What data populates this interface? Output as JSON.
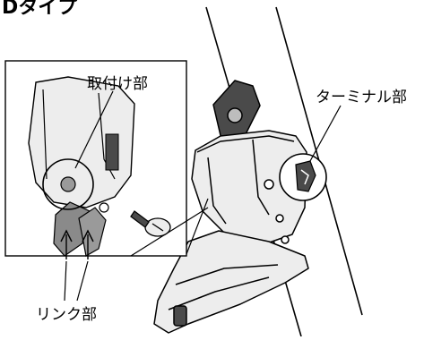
{
  "heading_partial": "Dタイプ",
  "labels": {
    "mount": "取付け部",
    "terminal": "ターミナル部",
    "link": "リンク部"
  },
  "colors": {
    "line": "#000000",
    "body_dark": "#4a4a4a",
    "body_mid": "#9a9a9a",
    "body_light": "#ededed",
    "link_arrow_gray": "#8a8a8a"
  }
}
